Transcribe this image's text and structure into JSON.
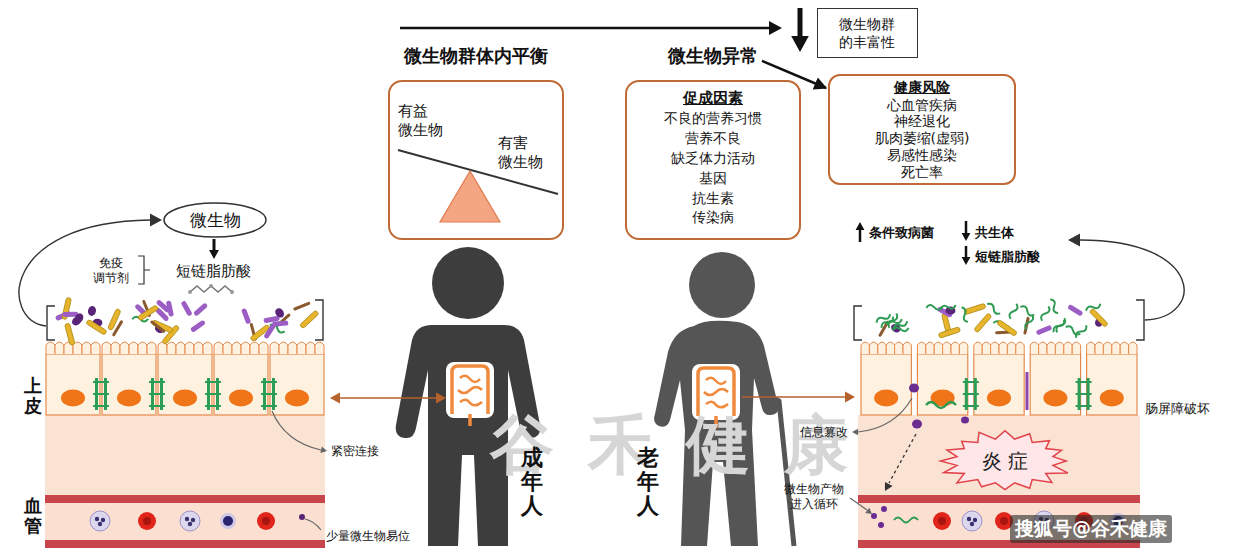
{
  "diagram": {
    "nodes": [
      {
        "text": [
          "微生物群 的丰富性"
        ]
      },
      {
        "text": [
          "微生物群体内平衡",
          "有益 微生物",
          "有害 微生物"
        ]
      },
      {
        "text": [
          "微生物异常",
          "促成因素",
          "不良的营养习惯",
          "营养不良",
          "缺乏体力活动",
          "基因",
          "抗生素",
          "传染病"
        ]
      },
      {
        "text": [
          "健康风险",
          "心血管疾病",
          "神经退化",
          "肌肉萎缩(虚弱)",
          "易感性感染",
          "死亡率"
        ]
      },
      {
        "text": [
          "微生物"
        ]
      },
      {
        "text": [
          "炎 症"
        ]
      }
    ],
    "edges": [
      {
        "from": 2,
        "to": 3,
        "arrow": "to"
      }
    ],
    "labels": [
      "免疫 调节剂",
      "短链脂肪酸",
      "条件致病菌",
      "共生体",
      "短链脂肪酸",
      "上皮",
      "血管",
      "紧密连接",
      "少量微生物易位",
      "成年人",
      "老年人",
      "信息篡改",
      "肠屏障破坏",
      "微生物产物 进入循环",
      "谷禾健康",
      "搜狐号@谷禾健康"
    ]
  }
}
